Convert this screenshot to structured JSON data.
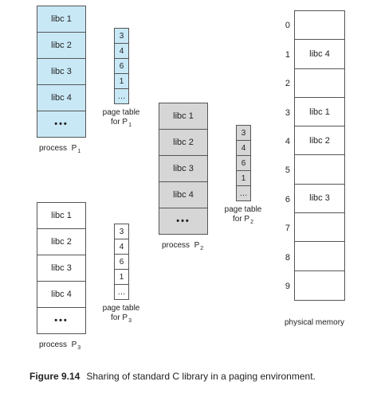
{
  "process1": {
    "cells": [
      "libc 1",
      "libc 2",
      "libc 3",
      "libc 4",
      "•••"
    ],
    "label": "process",
    "label_var": "P",
    "label_sub": "1"
  },
  "pagetable1": {
    "cells": [
      "3",
      "4",
      "6",
      "1",
      "…"
    ],
    "label_line1": "page table",
    "label_line2": "for P",
    "label_sub": "1"
  },
  "process2": {
    "cells": [
      "libc 1",
      "libc 2",
      "libc 3",
      "libc 4",
      "•••"
    ],
    "label": "process",
    "label_var": "P",
    "label_sub": "2"
  },
  "pagetable2": {
    "cells": [
      "3",
      "4",
      "6",
      "1",
      "…"
    ],
    "label_line1": "page table",
    "label_line2": "for P",
    "label_sub": "2"
  },
  "process3": {
    "cells": [
      "libc 1",
      "libc 2",
      "libc 3",
      "libc 4",
      "•••"
    ],
    "label": "process",
    "label_var": "P",
    "label_sub": "3"
  },
  "pagetable3": {
    "cells": [
      "3",
      "4",
      "6",
      "1",
      "…"
    ],
    "label_line1": "page table",
    "label_line2": "for P",
    "label_sub": "3"
  },
  "memory": {
    "frame_numbers": [
      "0",
      "1",
      "2",
      "3",
      "4",
      "5",
      "6",
      "7",
      "8",
      "9"
    ],
    "frames": [
      "",
      "libc 4",
      "",
      "libc 1",
      "libc 2",
      "",
      "libc 3",
      "",
      "",
      ""
    ],
    "label": "physical memory"
  },
  "figure": {
    "number": "Figure 9.14",
    "caption": "Sharing of standard C library in a paging environment."
  },
  "colors": {
    "process1_fill": "#c8e8f6",
    "process2_fill": "#d6d6d6",
    "process3_fill": "#ffffff"
  }
}
